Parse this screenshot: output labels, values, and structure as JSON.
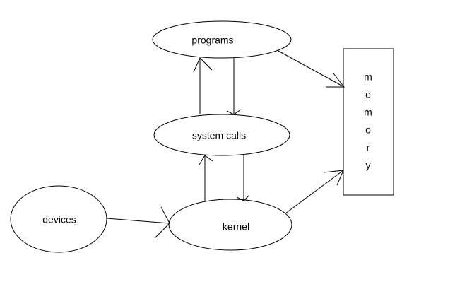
{
  "diagram": {
    "nodes": {
      "programs": "programs",
      "system_calls": "system calls",
      "kernel": "kernel",
      "devices": "devices",
      "memory": "memory"
    },
    "edges": [
      {
        "from": "programs",
        "to": "system calls"
      },
      {
        "from": "system calls",
        "to": "programs"
      },
      {
        "from": "system calls",
        "to": "kernel"
      },
      {
        "from": "kernel",
        "to": "system calls"
      },
      {
        "from": "devices",
        "to": "kernel"
      },
      {
        "from": "programs",
        "to": "memory"
      },
      {
        "from": "kernel",
        "to": "memory"
      }
    ],
    "colors": {
      "stroke": "#000000",
      "background": "#ffffff"
    }
  }
}
